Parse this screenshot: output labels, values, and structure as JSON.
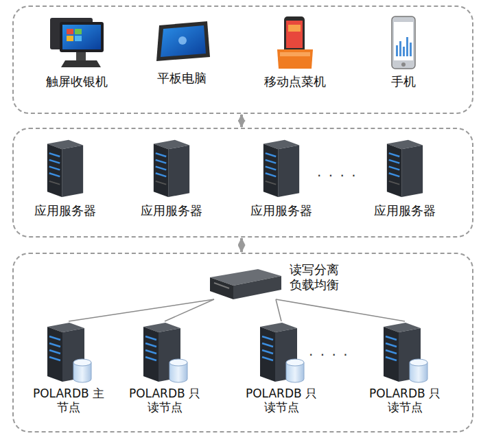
{
  "diagram": {
    "nodes": [
      {
        "text": []
      },
      {
        "text": [
          "触屏收银机"
        ],
        "in": 0
      },
      {
        "text": [
          "平板电脑"
        ],
        "in": 0
      },
      {
        "text": [
          "移动点菜机"
        ],
        "in": 0
      },
      {
        "text": [
          "手机"
        ],
        "in": 0
      },
      {
        "text": []
      },
      {
        "text": [
          "应用服务器"
        ],
        "in": 5
      },
      {
        "text": [
          "应用服务器"
        ],
        "in": 5
      },
      {
        "text": [
          "应用服务器"
        ],
        "in": 5
      },
      {
        "text": [
          "应用服务器"
        ],
        "in": 5
      },
      {
        "text": []
      },
      {
        "text": [
          "读写分离 负载均衡"
        ],
        "in": 10
      },
      {
        "text": [
          "POLARDB 主节点"
        ],
        "in": 10
      },
      {
        "text": [
          "POLARDB 只读节点"
        ],
        "in": 10
      },
      {
        "text": [
          "POLARDB 只读节点"
        ],
        "in": 10
      },
      {
        "text": [
          "POLARDB 只读节点"
        ],
        "in": 10
      }
    ],
    "edges": [
      {
        "from": 0,
        "to": 5,
        "arrow": "both"
      },
      {
        "from": 5,
        "to": 10,
        "arrow": "both"
      },
      {
        "from": 11,
        "to": 12,
        "arrow": "none"
      },
      {
        "from": 11,
        "to": 13,
        "arrow": "none"
      },
      {
        "from": 11,
        "to": 14,
        "arrow": "none"
      },
      {
        "from": 11,
        "to": 15,
        "arrow": "none"
      }
    ],
    "labels": [
      "· · · ·",
      "· · · ·"
    ]
  }
}
